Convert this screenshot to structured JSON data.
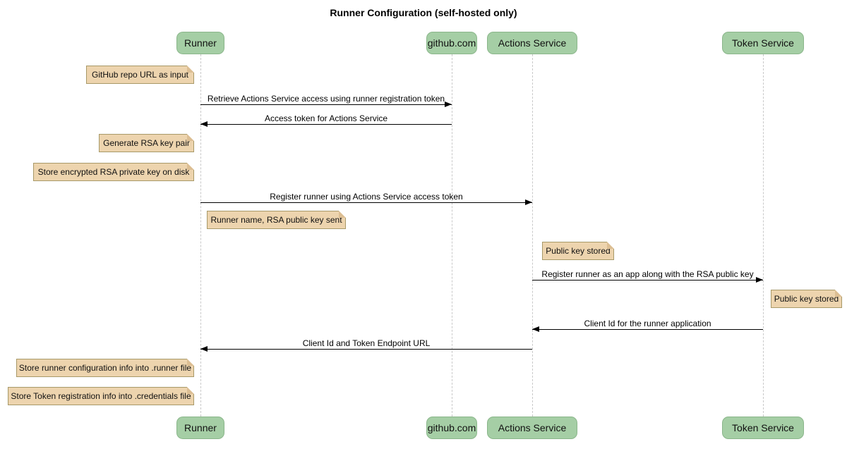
{
  "title": "Runner Configuration (self-hosted only)",
  "actors": [
    {
      "id": "runner",
      "label": "Runner"
    },
    {
      "id": "github",
      "label": "github.com"
    },
    {
      "id": "actions",
      "label": "Actions Service"
    },
    {
      "id": "token",
      "label": "Token Service"
    }
  ],
  "messages": [
    {
      "from": "runner",
      "to": "github",
      "label": "Retrieve Actions Service access using runner registration token"
    },
    {
      "from": "github",
      "to": "runner",
      "label": "Access token for Actions Service"
    },
    {
      "from": "runner",
      "to": "actions",
      "label": "Register runner using Actions Service access token"
    },
    {
      "from": "actions",
      "to": "token",
      "label": "Register runner as an app along with the RSA public key"
    },
    {
      "from": "token",
      "to": "actions",
      "label": "Client Id for the runner application"
    },
    {
      "from": "actions",
      "to": "runner",
      "label": "Client Id and Token Endpoint URL"
    }
  ],
  "notes": [
    {
      "anchor": "runner",
      "side": "left",
      "label": "GitHub repo URL as input"
    },
    {
      "anchor": "runner",
      "side": "left",
      "label": "Generate RSA key pair"
    },
    {
      "anchor": "runner",
      "side": "left",
      "label": "Store encrypted RSA private key on disk"
    },
    {
      "anchor": "runner",
      "side": "right",
      "label": "Runner name, RSA public key sent"
    },
    {
      "anchor": "actions",
      "side": "right",
      "label": "Public key stored"
    },
    {
      "anchor": "token",
      "side": "right",
      "label": "Public key stored"
    },
    {
      "anchor": "runner",
      "side": "left",
      "label": "Store runner configuration info into .runner file"
    },
    {
      "anchor": "runner",
      "side": "left",
      "label": "Store Token registration info into .credentials file"
    }
  ],
  "colors": {
    "actor_fill": "#a5cea5",
    "actor_border": "#8ab68a",
    "note_fill": "#edd4ae",
    "note_border": "#a89968",
    "note_fold": "#dcbe93",
    "lifeline": "#c9c9c9",
    "message_line": "#000000",
    "background": "#ffffff"
  }
}
